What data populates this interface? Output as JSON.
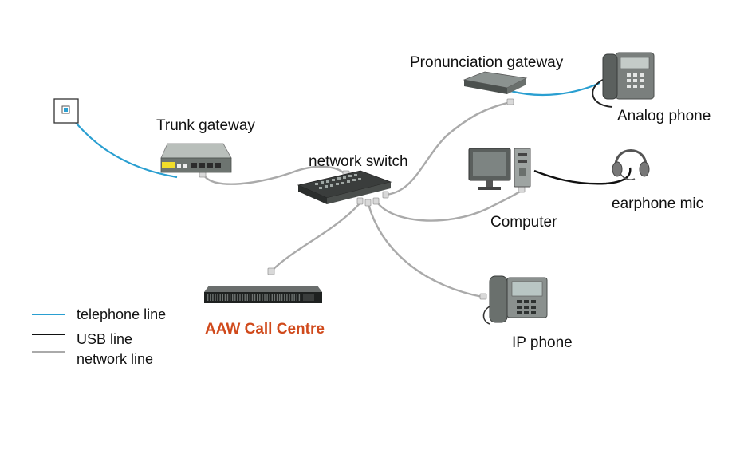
{
  "labels": {
    "trunk_gateway": "Trunk gateway",
    "network_switch": "network switch",
    "pronunciation_gateway": "Pronunciation gateway",
    "analog_phone": "Analog phone",
    "computer": "Computer",
    "earphone_mic": "earphone mic",
    "ip_phone": "IP phone",
    "call_centre": "AAW Call Centre"
  },
  "legend": [
    {
      "text": "telephone line",
      "color": "#2a9fd1"
    },
    {
      "text": "USB line",
      "color": "#111111"
    },
    {
      "text": "network line",
      "color": "#aaaaaa"
    }
  ],
  "colors": {
    "telephone_line": "#2a9fd1",
    "usb_line": "#111111",
    "network_line": "#aaaaaa",
    "brand": "#d04a1c"
  },
  "icons": {
    "wall_jack": "wall-jack-icon",
    "trunk_gateway": "gateway-device-icon",
    "network_switch": "switch-device-icon",
    "pronunciation_gateway": "gateway-device-icon",
    "analog_phone": "desk-phone-icon",
    "computer": "desktop-computer-icon",
    "earphone_mic": "headset-icon",
    "ip_phone": "ip-phone-icon",
    "call_centre": "rack-server-icon"
  }
}
